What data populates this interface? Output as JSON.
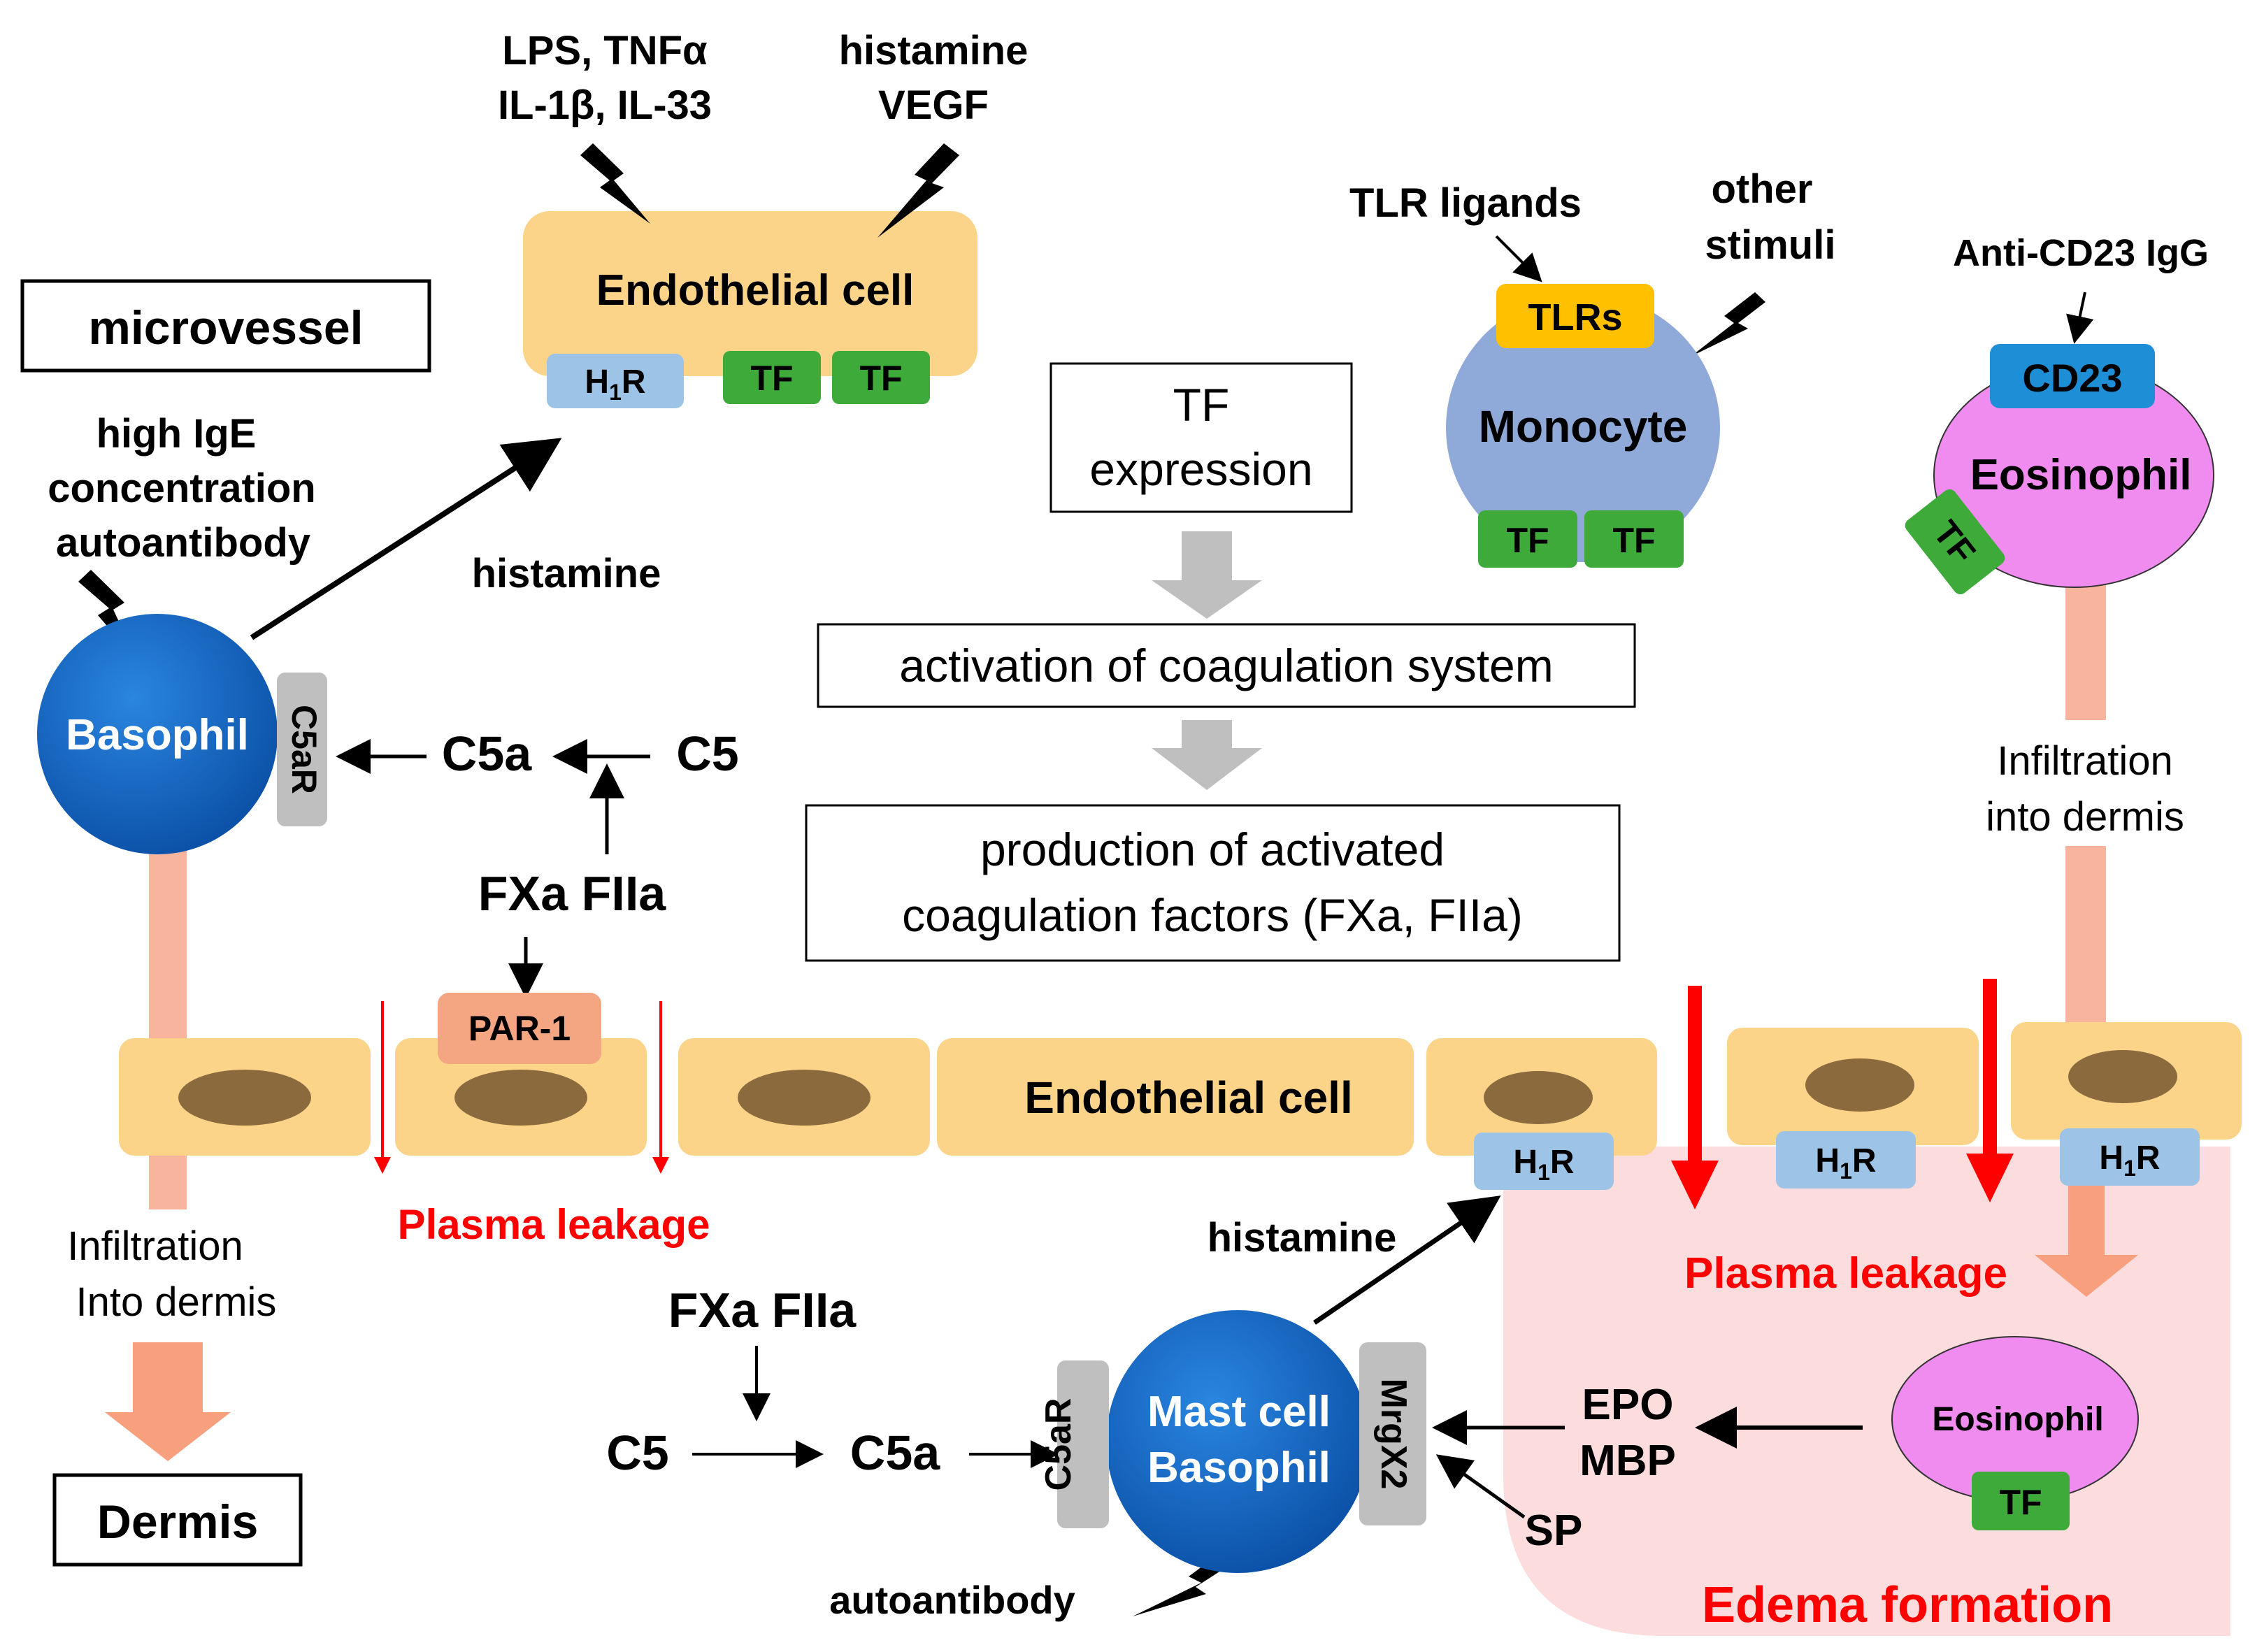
{
  "labels": {
    "microvessel": "microvessel",
    "dermis": "Dermis",
    "lps_line1": "LPS, TNFα",
    "lps_line2": "IL-1β, IL-33",
    "hist_line1": "histamine",
    "hist_line2": "VEGF",
    "endothelial_cell_top": "Endothelial cell",
    "h1r": "H",
    "h1r_sub": "1",
    "h1r_tail": "R",
    "tf": "TF",
    "tlr_ligands": "TLR ligands",
    "other_stimuli_line1": "other",
    "other_stimuli_line2": "stimuli",
    "tlrs": "TLRs",
    "monocyte": "Monocyte",
    "anti_cd23": "Anti-CD23 IgG",
    "cd23": "CD23",
    "eosinophil": "Eosinophil",
    "high_ige_line1": "high IgE",
    "high_ige_line2": "concentration",
    "high_ige_line3": "autoantibody",
    "histamine": "histamine",
    "basophil": "Basophil",
    "c5ar": "C5aR",
    "c5a": "C5a",
    "c5": "C5",
    "fxa_fiia": "FXa FIIa",
    "par1": "PAR-1",
    "tf_expr_line1": "TF",
    "tf_expr_line2": "expression",
    "activation": "activation of coagulation system",
    "production_line1": "production of activated",
    "production_line2": "coagulation factors (FXa, FIIa)",
    "infiltration_right_line1": "Infiltration",
    "infiltration_right_line2": "into dermis",
    "endothelial_cell_mid": "Endothelial cell",
    "plasma_leakage": "Plasma leakage",
    "infiltration_left_line1": "Infiltration",
    "infiltration_left_line2": "Into dermis",
    "mast_line1": "Mast cell",
    "mast_line2": "Basophil",
    "mrgx2": "MrgX2",
    "epo": "EPO",
    "mbp": "MBP",
    "sp": "SP",
    "autoantibody": "autoantibody",
    "edema": "Edema formation"
  },
  "colors": {
    "endothelial_fill": "#FBD48A",
    "nucleus": "#8B6B3D",
    "receptor_blue": "#9DC3E6",
    "tf_green": "#3DAA3A",
    "tlr_yellow": "#FFC000",
    "monocyte": "#8FA9D9",
    "cd23": "#1E8FD6",
    "eosinophil": "#F08CF0",
    "basophil": "#1565C0",
    "c5ar_gray": "#BFBFBF",
    "par1": "#F4A582",
    "infiltration": "#F8B49C",
    "edema_bg": "#FCDCDC",
    "leak_red": "#FF0000"
  }
}
